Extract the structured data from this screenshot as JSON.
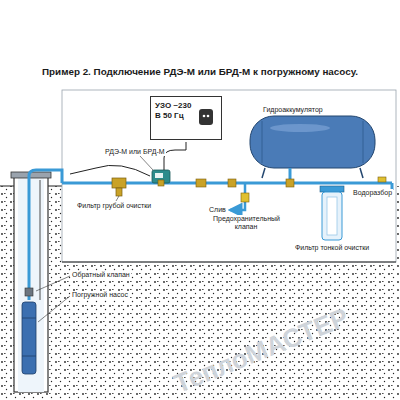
{
  "diagram": {
    "title": "Пример 2. Подключение РДЭ-М или БРД-М к погружному насосу.",
    "nodes": [
      {
        "text": [
          "УЗО ~230 В 50 Гц"
        ]
      }
    ],
    "labels": [
      "РДЭ-М или БРД-М",
      "Гидроаккумулятор",
      "Фильтр грубой очистки",
      "Слив",
      "Предохранительный клапан",
      "Водоразбор",
      "Фильтр тонкой очистки",
      "Обратный клапан",
      "Погружной насос",
      "ТеплоМАСТЕР"
    ]
  }
}
